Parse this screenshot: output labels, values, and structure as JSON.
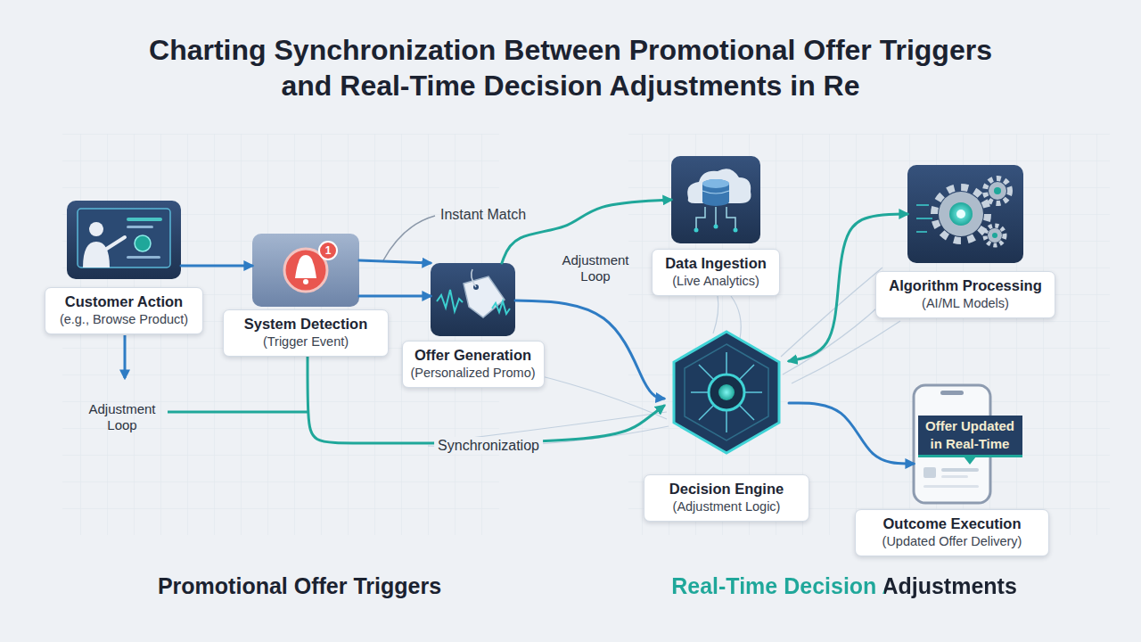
{
  "diagram": {
    "title": "Charting Synchronization Between Promotional Offer Triggers and Real-Time Decision Adjustments in Re",
    "nodes": [
      {
        "text": [
          "Customer Action",
          "(e.g., Browse Product)"
        ]
      },
      {
        "text": [
          "System Detection",
          "(Trigger Event)"
        ]
      },
      {
        "text": [
          "Offer Generation",
          "(Personalized Promo)"
        ]
      },
      {
        "text": [
          "Data Ingestion",
          "(Live Analytics)"
        ]
      },
      {
        "text": [
          "Algorithm Processing",
          "(AI/ML Models)"
        ]
      },
      {
        "text": [
          "Decision Engine",
          "(Adjustment Logic)"
        ]
      },
      {
        "text": [
          "Outcome Execution",
          "(Updated Offer Delivery)"
        ]
      }
    ],
    "edges": [
      {
        "from": 0,
        "to": 1,
        "arrow": "to"
      },
      {
        "from": 1,
        "to": 2,
        "arrow": "to"
      },
      {
        "from": 1,
        "to": 2,
        "arrow": "to"
      },
      {
        "from": 1,
        "to": 5,
        "label": "Synchronizatiop",
        "arrow": "to"
      },
      {
        "from": 2,
        "to": 5,
        "arrow": "to"
      },
      {
        "from": 2,
        "to": 3,
        "label": "Adjustment Loop",
        "arrow": "to"
      },
      {
        "from": 5,
        "to": 4,
        "arrow": "both"
      },
      {
        "from": 5,
        "to": 6,
        "arrow": "to"
      }
    ],
    "labels": [
      "Instant Match",
      "1",
      "Adjustment Loop",
      "Offer Updated in Real-Time",
      "Promotional Offer Triggers",
      "Real-Time Decision Adjustments"
    ]
  }
}
